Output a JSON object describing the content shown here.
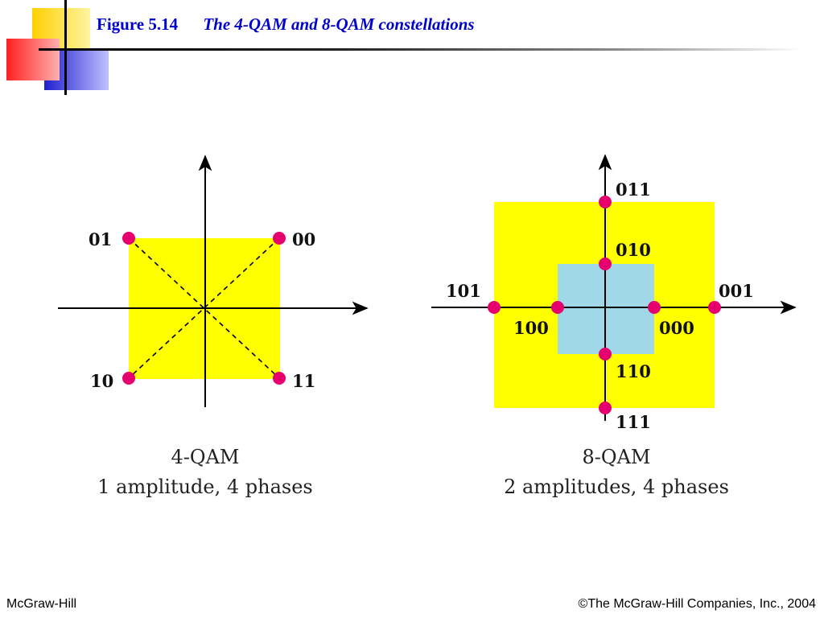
{
  "header": {
    "figure_number": "Figure 5.14",
    "figure_title": "The 4-QAM and 8-QAM constellations"
  },
  "qam4": {
    "points": [
      {
        "label": "00",
        "amplitude": 1,
        "phase_deg": 45
      },
      {
        "label": "01",
        "amplitude": 1,
        "phase_deg": 135
      },
      {
        "label": "10",
        "amplitude": 1,
        "phase_deg": 225
      },
      {
        "label": "11",
        "amplitude": 1,
        "phase_deg": 315
      }
    ],
    "caption_title": "4-QAM",
    "caption_desc": "1 amplitude, 4 phases"
  },
  "qam8": {
    "points": [
      {
        "label": "000",
        "amplitude": 1,
        "phase_deg": 0
      },
      {
        "label": "010",
        "amplitude": 1,
        "phase_deg": 90
      },
      {
        "label": "100",
        "amplitude": 1,
        "phase_deg": 180
      },
      {
        "label": "110",
        "amplitude": 1,
        "phase_deg": 270
      },
      {
        "label": "001",
        "amplitude": 2,
        "phase_deg": 0
      },
      {
        "label": "011",
        "amplitude": 2,
        "phase_deg": 90
      },
      {
        "label": "101",
        "amplitude": 2,
        "phase_deg": 180
      },
      {
        "label": "111",
        "amplitude": 2,
        "phase_deg": 270
      }
    ],
    "caption_title": "8-QAM",
    "caption_desc": "2 amplitudes, 4 phases"
  },
  "colors": {
    "point": "#e5006e",
    "outer_region": "#ffff00",
    "inner_region": "#a0d8e8",
    "title": "#0000cc",
    "axis": "#000000"
  },
  "footer": {
    "left": "McGraw-Hill",
    "right": "©The McGraw-Hill Companies, Inc., 2004"
  }
}
